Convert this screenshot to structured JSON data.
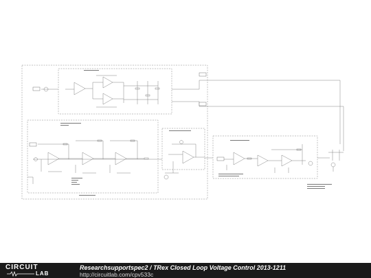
{
  "footer": {
    "logo_top": "CIRCUIT",
    "logo_bottom": "LAB",
    "author": "Researchsupportspec2",
    "separator": " / ",
    "title": "TRex Closed Loop Voltage Control 2013-1211",
    "url": "http://circuitlab.com/cpv533c"
  },
  "colors": {
    "footer_bg": "#1a1a1a",
    "wire": "#555555",
    "box": "#888888"
  }
}
